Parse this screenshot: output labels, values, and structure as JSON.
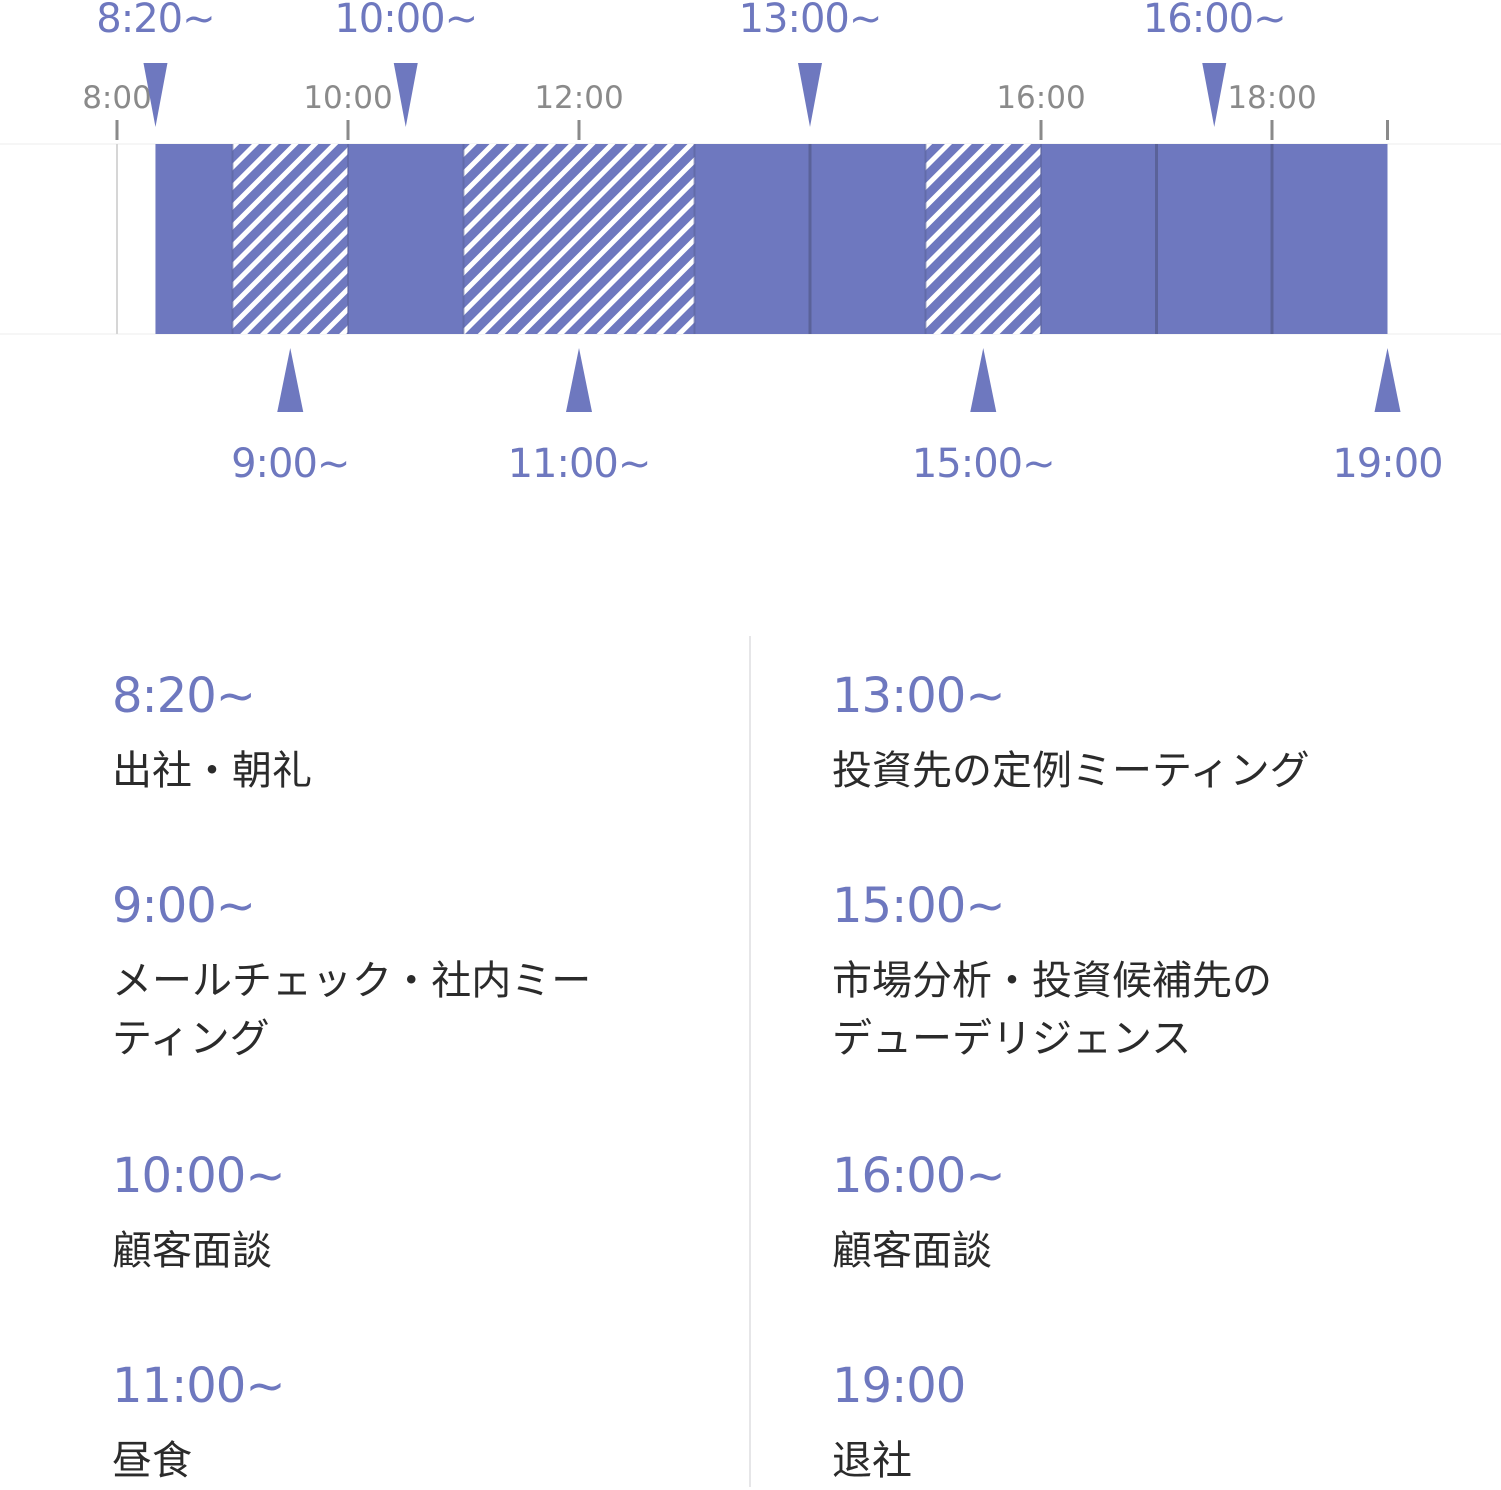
{
  "timeline": {
    "axis_ticks": [
      "8:00",
      "10:00",
      "12:00",
      "16:00",
      "18:00"
    ],
    "top_markers": [
      {
        "time": 8.333,
        "label": "8:20~"
      },
      {
        "time": 10.5,
        "label": "10:00~"
      },
      {
        "time": 14.0,
        "label": "13:00~"
      },
      {
        "time": 17.5,
        "label": "16:00~"
      }
    ],
    "bottom_markers": [
      {
        "time": 9.5,
        "label": "9:00~"
      },
      {
        "time": 12.0,
        "label": "11:00~"
      },
      {
        "time": 15.5,
        "label": "15:00~"
      },
      {
        "time": 19.0,
        "label": "19:00"
      }
    ],
    "blocks": [
      {
        "start": 8.333,
        "end": 9.0,
        "pattern": "solid"
      },
      {
        "start": 9.0,
        "end": 10.0,
        "pattern": "hatched"
      },
      {
        "start": 10.0,
        "end": 11.0,
        "pattern": "solid"
      },
      {
        "start": 11.0,
        "end": 13.0,
        "pattern": "hatched"
      },
      {
        "start": 13.0,
        "end": 15.0,
        "pattern": "solid"
      },
      {
        "start": 15.0,
        "end": 16.0,
        "pattern": "hatched"
      },
      {
        "start": 16.0,
        "end": 19.0,
        "pattern": "solid"
      }
    ],
    "separators": [
      14.0,
      17.0,
      18.0
    ],
    "colors": {
      "accent": "#6e78bf",
      "tick": "#8a8a8a",
      "tick_label": "#8a8a8a",
      "separator": "#5a6299"
    }
  },
  "schedule": {
    "left": [
      {
        "time": "8:20~",
        "label": "出社・朝礼"
      },
      {
        "time": "9:00~",
        "label": "メールチェック・社内ミー\nティング"
      },
      {
        "time": "10:00~",
        "label": "顧客面談"
      },
      {
        "time": "11:00~",
        "label": "昼食"
      }
    ],
    "right": [
      {
        "time": "13:00~",
        "label": "投資先の定例ミーティング"
      },
      {
        "time": "15:00~",
        "label": "市場分析・投資候補先の\nデューデリジェンス"
      },
      {
        "time": "16:00~",
        "label": "顧客面談"
      },
      {
        "time": "19:00",
        "label": "退社"
      }
    ]
  }
}
